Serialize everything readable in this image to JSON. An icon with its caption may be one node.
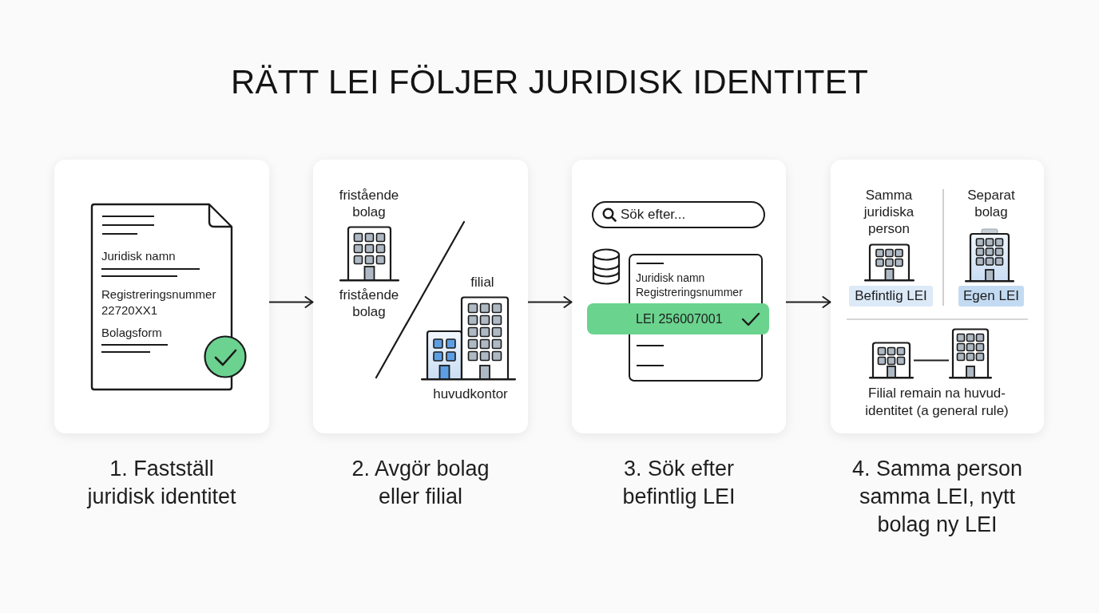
{
  "diagram": {
    "title": "RÄTT LEI FÖLJER JURIDISK IDENTITET",
    "nodes": [
      {
        "text": [
          "1. Fastställ juridisk identitet"
        ]
      },
      {
        "text": [
          "Juridisk namn",
          "Registreringsnummer",
          "22720XX1",
          "Bolagsform"
        ],
        "in": 0
      },
      {
        "text": [
          "2. Avgör bolag eller filial"
        ]
      },
      {
        "text": [
          "3. Sök efter befintlig LEI"
        ]
      },
      {
        "text": [
          "Sök efter..."
        ],
        "in": 3
      },
      {
        "text": [
          "Juridisk namn",
          "Registreringsnummer"
        ],
        "in": 3
      },
      {
        "text": [
          "LEI 256007001"
        ],
        "in": 3
      },
      {
        "text": [
          "4. Samma person samma LEI, nytt bolag ny LEI"
        ]
      },
      {
        "text": [
          "Befintlig LEI"
        ],
        "in": 7
      },
      {
        "text": [
          "Egen LEI"
        ],
        "in": 7
      },
      {
        "text": [],
        "shape": "picture",
        "in": 7
      },
      {
        "text": [],
        "shape": "picture",
        "in": 7
      }
    ],
    "edges": [
      {
        "from": 0,
        "to": 2,
        "arrow": "to"
      },
      {
        "from": 2,
        "to": 3,
        "arrow": "to"
      },
      {
        "from": 3,
        "to": 7,
        "arrow": "to"
      },
      {
        "from": 10,
        "to": 11,
        "arrow": "none"
      }
    ],
    "labels": [
      "fristående bolag",
      "fristående bolag",
      "filial",
      "huvudkontor",
      "Samma juridiska person",
      "Separat bolag",
      "Filial remain na huvud-identitet (a general rule)"
    ]
  }
}
